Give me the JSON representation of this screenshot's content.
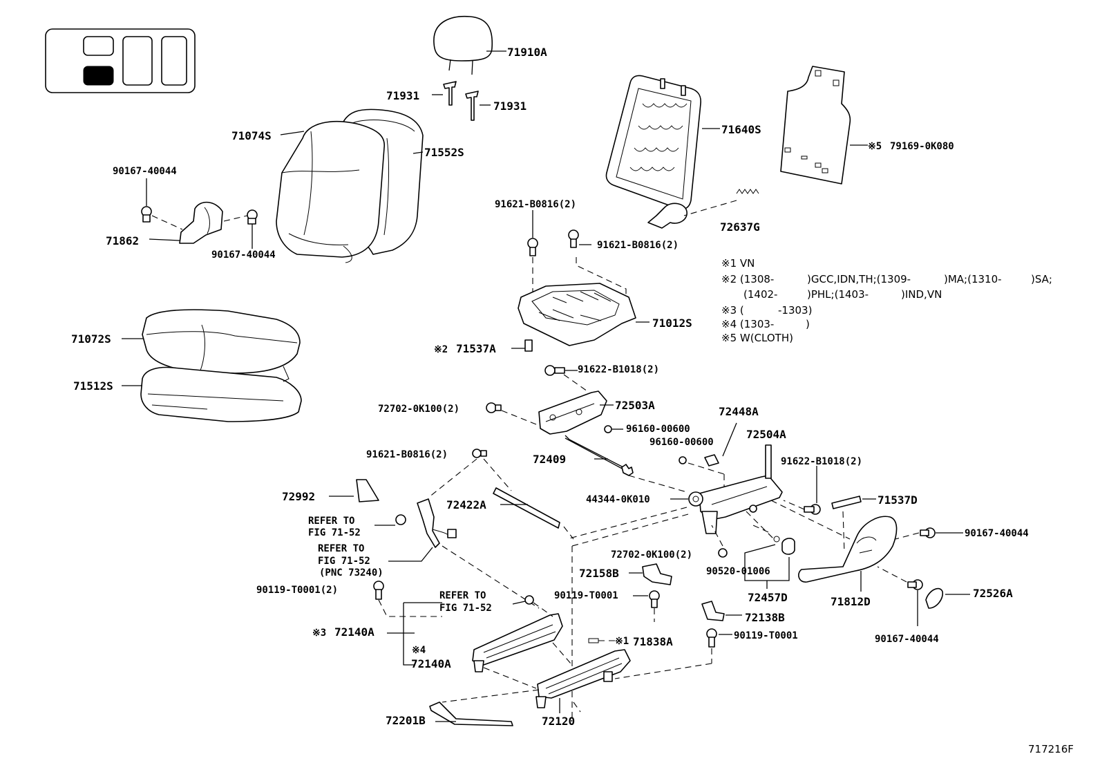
{
  "figure_code": "717216F",
  "labels": {
    "p71910A": "71910A",
    "p71931a": "71931",
    "p71931b": "71931",
    "p71074S": "71074S",
    "p71552S": "71552S",
    "p71640S": "71640S",
    "p79169": "79169-0K080",
    "m79169": "※5",
    "p90167a": "90167-40044",
    "p71862": "71862",
    "p90167b": "90167-40044",
    "p91621a": "91621-B0816(2)",
    "p91621b": "91621-B0816(2)",
    "p72637G": "72637G",
    "p71012S": "71012S",
    "p71537A": "71537A",
    "m71537A": "※2",
    "p71072S": "71072S",
    "p71512S": "71512S",
    "p91622a": "91622-B1018(2)",
    "p72702a": "72702-0K100(2)",
    "p72503A": "72503A",
    "p96160a": "96160-00600",
    "p72448A": "72448A",
    "p96160b": "96160-00600",
    "p72504A": "72504A",
    "p91621c": "91621-B0816(2)",
    "p72409": "72409",
    "p91622b": "91622-B1018(2)",
    "p72992": "72992",
    "p72422A": "72422A",
    "p44344": "44344-0K010",
    "p71537D": "71537D",
    "p90167c": "90167-40044",
    "p72702b": "72702-0K100(2)",
    "p90520": "90520-01006",
    "p72158B": "72158B",
    "p90119a": "90119-T0001(2)",
    "p90119b": "90119-T0001",
    "p72457D": "72457D",
    "p71812D": "71812D",
    "p72526A": "72526A",
    "p72138B": "72138B",
    "p90119c": "90119-T0001",
    "p72140A1": "72140A",
    "m72140A1": "※3",
    "p72140A2": "72140A",
    "m72140A2": "※4",
    "p71838A": "71838A",
    "m71838A": "※1",
    "p90167d": "90167-40044",
    "p72201B": "72201B",
    "p72120": "72120"
  },
  "refers": {
    "r1a": "REFER TO",
    "r1b": "FIG 71-52",
    "r2a": "REFER TO",
    "r2b": "FIG 71-52",
    "r2c": "(PNC 73240)",
    "r3a": "REFER TO",
    "r3b": "FIG 71-52"
  },
  "notes": {
    "n1": "※1 VN",
    "n2a": "※2 (1308-",
    "n2b": ")GCC,IDN,TH;(1309-",
    "n2c": ")MA;(1310-",
    "n2d": ")SA;",
    "n2e": "(1402-",
    "n2f": ")PHL;(1403-",
    "n2g": ")IND,VN",
    "n3a": "※3 (",
    "n3b": "-1303)",
    "n4a": "※4 (1303-",
    "n4b": ")",
    "n5": "※5 W(CLOTH)"
  }
}
